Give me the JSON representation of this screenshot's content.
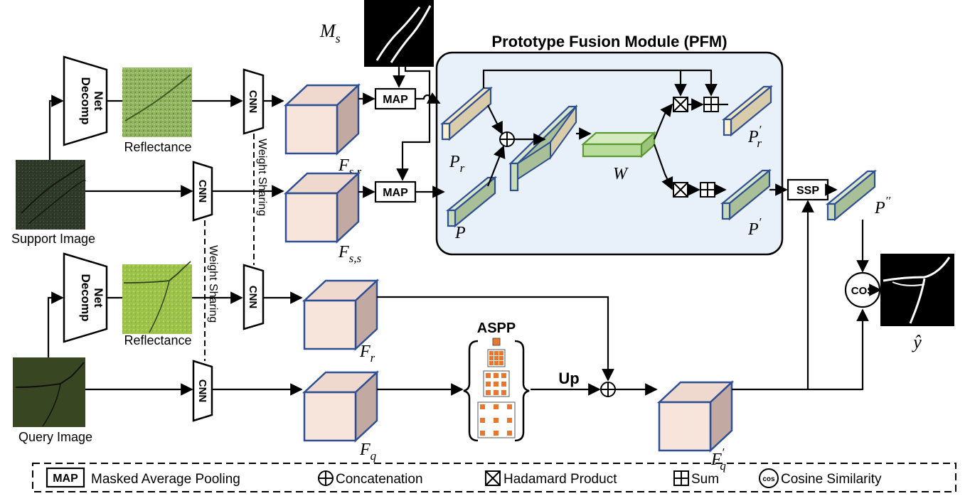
{
  "pfm": {
    "title": "Prototype Fusion Module (PFM)"
  },
  "branches": {
    "decomp_label_line1": "Decomp",
    "decomp_label_line2": "Net",
    "reflectance_label": "Reflectance",
    "cnn_label": "CNN",
    "weight_sharing_label": "Weight Sharing",
    "support_image_label": "Support Image",
    "query_image_label": "Query Image",
    "map_label": "MAP",
    "ssp_label": "SSP",
    "aspp_label": "ASPP",
    "up_label": "Up",
    "cos_label": "COS"
  },
  "symbols": {
    "mask": "M",
    "mask_sub": "s",
    "f_sr": "F",
    "f_sr_sub": "s,r",
    "f_ss": "F",
    "f_ss_sub": "s,s",
    "f_r": "F",
    "f_r_sub": "r",
    "f_q": "F",
    "f_q_sub": "q",
    "f_q_prime": "F",
    "f_q_prime_sub": "q",
    "f_q_prime_sup": "′",
    "p_r": "P",
    "p_r_sub": "r",
    "p": "P",
    "w": "W",
    "p_r_prime": "P",
    "p_r_prime_sub": "r",
    "p_r_prime_sup": "′",
    "p_prime": "P",
    "p_prime_sup": "′",
    "p_double_prime": "P",
    "p_double_prime_sup": "′′",
    "y_hat": "ŷ"
  },
  "legend": {
    "map_box": "MAP",
    "map_text": "Masked Average Pooling",
    "concat_text": "Concatenation",
    "hadamard_text": "Hadamard Product",
    "sum_text": "Sum",
    "cos_box": "cos",
    "cos_text": "Cosine Similarity"
  },
  "colors": {
    "pfm_background": "#e8f0f9",
    "feature_front": "#f7e4da",
    "feature_side": "#c2aaa3",
    "feature_top": "#efd8cd",
    "feature_edge": "#2f4f94",
    "prototype_cream": "#fbf1cf",
    "prototype_green": "#c9dcb9",
    "weight_green": "#b7dc9b",
    "weight_edge": "#5a9a2f",
    "reflectance_green": "#8fb35f",
    "query_dark": "#384722",
    "aspp_orange": "#e8762d"
  }
}
